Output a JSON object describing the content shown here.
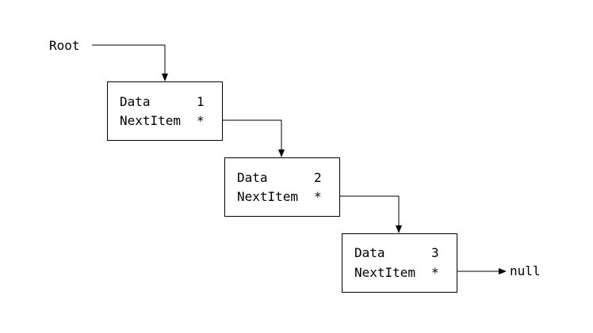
{
  "diagram": {
    "root_label": "Root",
    "null_label": "null",
    "nodes": [
      {
        "data_label": "Data",
        "data_value": "1",
        "next_label": "NextItem",
        "pointer_symbol": "*"
      },
      {
        "data_label": "Data",
        "data_value": "2",
        "next_label": "NextItem",
        "pointer_symbol": "*"
      },
      {
        "data_label": "Data",
        "data_value": "3",
        "next_label": "NextItem",
        "pointer_symbol": "*"
      }
    ]
  },
  "colors": {
    "line": "#000000",
    "background": "#ffffff"
  }
}
